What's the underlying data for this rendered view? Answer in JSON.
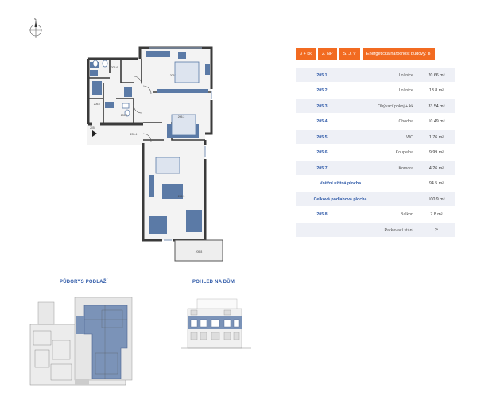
{
  "badges": [
    "3 + kk",
    "2. NP",
    "S. J. V",
    "Energetická náročnost budovy: B"
  ],
  "rooms": [
    {
      "code": "205.1",
      "name": "Ložnice",
      "area": "20.66 m",
      "sup": "2"
    },
    {
      "code": "205.2",
      "name": "Ložnice",
      "area": "13.8 m",
      "sup": "2"
    },
    {
      "code": "205.3",
      "name": "Obývací pokoj + kk",
      "area": "33.54 m",
      "sup": "2"
    },
    {
      "code": "205.4",
      "name": "Chodba",
      "area": "10.49 m",
      "sup": "2"
    },
    {
      "code": "205.5",
      "name": "WC",
      "area": "1.76 m",
      "sup": "2"
    },
    {
      "code": "205.6",
      "name": "Koupelna",
      "area": "9.99 m",
      "sup": "2"
    },
    {
      "code": "205.7",
      "name": "Komora",
      "area": "4.26 m",
      "sup": "2"
    }
  ],
  "totals": [
    {
      "label": "Vnitřní užitná plocha",
      "area": "94.5 m",
      "sup": "2"
    },
    {
      "label": "Celková podlahová plocha",
      "area": "100.9 m",
      "sup": "2"
    }
  ],
  "extras": [
    {
      "code": "205.8",
      "name": "Balkon",
      "area": "7.8 m",
      "sup": "2"
    },
    {
      "code": "",
      "name": "Parkovací stání",
      "area": "2",
      "sup": "*"
    }
  ],
  "plan_labels": {
    "r1": "205.1",
    "r2": "205.2",
    "r3": "205.3",
    "r4": "205.4",
    "r5": "205.5",
    "r6": "205.6",
    "r7": "205.7",
    "r8": "205.8",
    "entry": "205"
  },
  "sections": {
    "floorplan": "PŮDORYS PODLAŽÍ",
    "view": "POHLED NA DŮM"
  },
  "colors": {
    "accent": "#f26b21",
    "blue": "#2f5aa8",
    "furniture": "#5b7aa6",
    "wall": "#3a3a3a"
  }
}
